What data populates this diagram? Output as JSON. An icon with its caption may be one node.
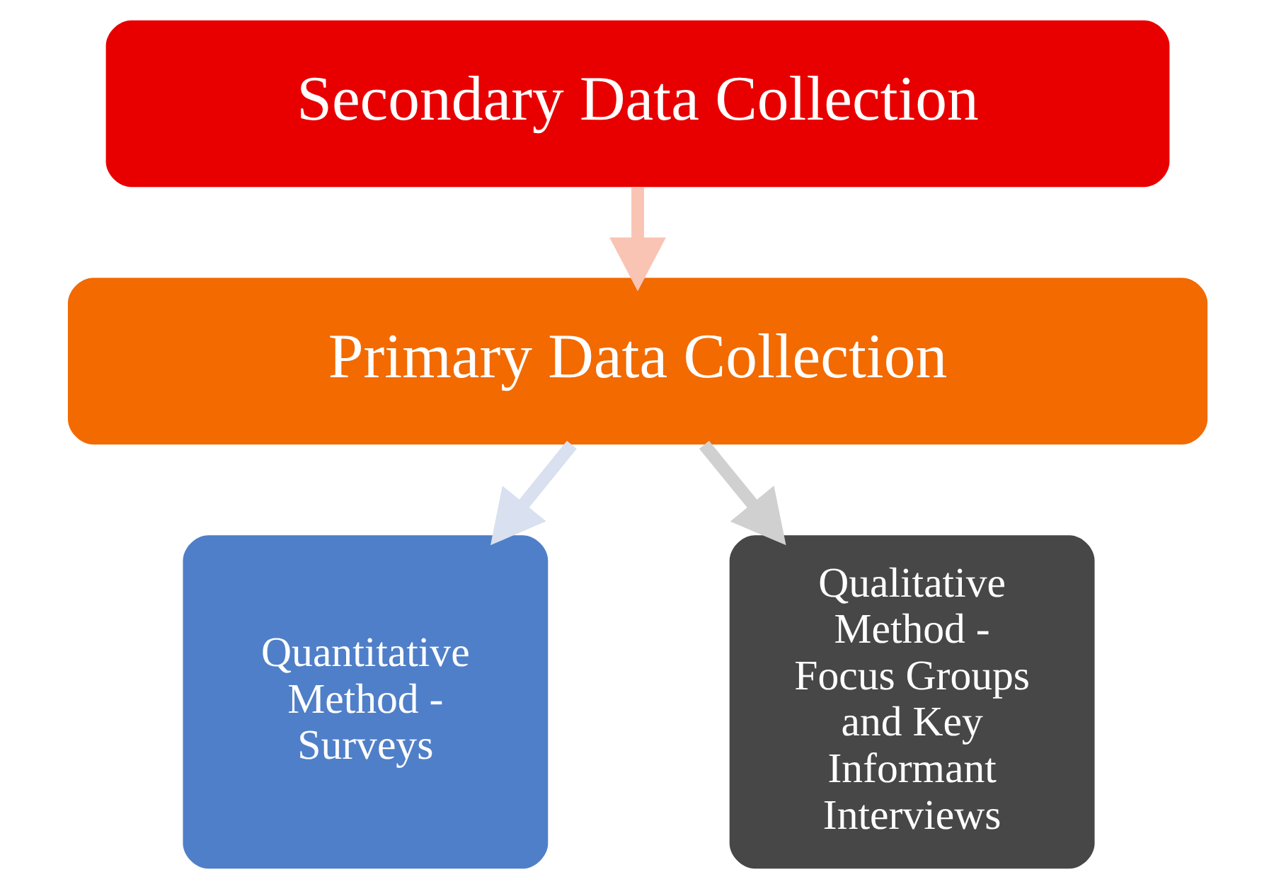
{
  "diagram": {
    "nodes": [
      {
        "text": [
          "Secondary Data Collection"
        ]
      },
      {
        "text": [
          "Primary Data Collection"
        ]
      },
      {
        "text": [
          "Quantitative Method - Surveys"
        ]
      },
      {
        "text": [
          "Qualitative Method - Focus Groups and Key Informant Interviews"
        ]
      }
    ],
    "edges": [
      {
        "from": 0,
        "to": 1,
        "arrow": "to",
        "color": "#f9c4b4"
      },
      {
        "from": 1,
        "to": 2,
        "arrow": "to",
        "color": "#d9e0ef"
      },
      {
        "from": 1,
        "to": 3,
        "arrow": "to",
        "color": "#d0d0d0"
      }
    ]
  }
}
